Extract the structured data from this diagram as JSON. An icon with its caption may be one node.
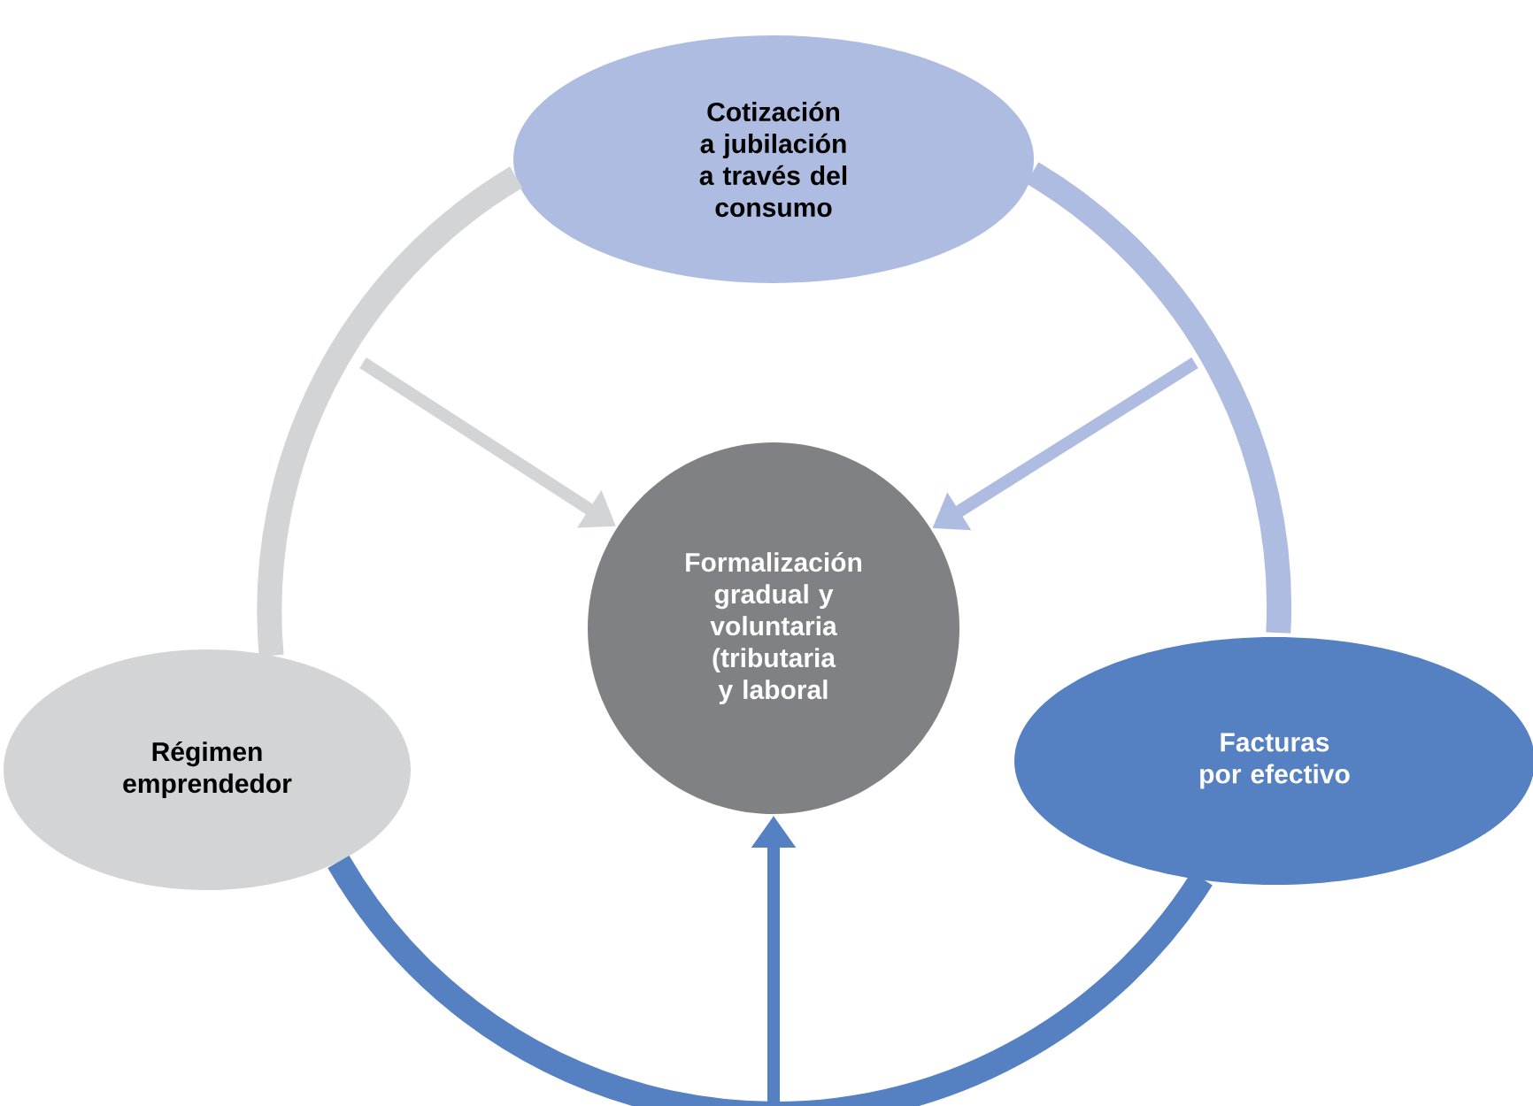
{
  "diagram": {
    "nodes": [
      {
        "text": [
          "Cotización a jubilación a través del consumo"
        ]
      },
      {
        "text": [
          "Formalización gradual y voluntaria (tributaria y laboral"
        ]
      },
      {
        "text": [
          "Régimen emprendedor"
        ]
      },
      {
        "text": [
          "Facturas por efectivo"
        ]
      }
    ],
    "edges": [
      {
        "from": 0,
        "to": 2,
        "arrow": "none",
        "style": "thick",
        "color": "#d3d4d5"
      },
      {
        "from": 0,
        "to": 3,
        "arrow": "none",
        "style": "thick",
        "color": "#adbce0"
      },
      {
        "from": 2,
        "to": 3,
        "arrow": "none",
        "style": "thick",
        "color": "#5580c2"
      },
      {
        "from": null,
        "to": 1,
        "arrow": "to",
        "color": "#d3d4d5"
      },
      {
        "from": null,
        "to": 1,
        "arrow": "to",
        "color": "#adbce0"
      },
      {
        "from": null,
        "to": 1,
        "arrow": "to",
        "color": "#5580c2"
      }
    ]
  }
}
